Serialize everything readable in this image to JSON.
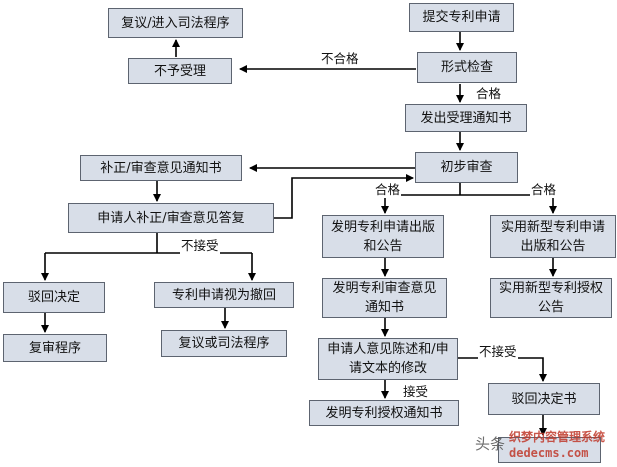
{
  "nodes": {
    "submit": "提交专利申请",
    "formal_check": "形式检查",
    "not_accepted": "不予受理",
    "review_judicial": "复议/进入司法程序",
    "acceptance_notice": "发出受理通知书",
    "preliminary_exam": "初步审查",
    "correction_notice": "补正/审查意见通知书",
    "applicant_reply": "申请人补正/审查意见答复",
    "rejection_decision": "驳回决定",
    "deemed_withdrawn": "专利申请视为撤回",
    "reexamination": "复审程序",
    "review_or_judicial": "复议或司法程序",
    "invention_publication": "发明专利申请出版和公告",
    "utility_publication": "实用新型专利申请出版和公告",
    "utility_grant": "实用新型专利授权公告",
    "invention_opinion_notice": "发明专利审查意见通知书",
    "applicant_statement": "申请人意见陈述和/申请文本的修改",
    "invention_grant_notice": "发明专利授权通知书",
    "rejection_notice": "驳回决定书"
  },
  "edge_labels": {
    "fail": "不合格",
    "pass_1": "合格",
    "pass_2": "合格",
    "pass_3": "合格",
    "not_accept_1": "不接受",
    "not_accept_2": "不接受",
    "accept": "接受"
  },
  "watermark": {
    "prefix": "头条",
    "line1": "织梦内容管理系统",
    "line2": "dedecms.com"
  },
  "colors": {
    "box_fill": "#d8dee8",
    "box_border": "#5d6470",
    "arrow": "#000000"
  }
}
